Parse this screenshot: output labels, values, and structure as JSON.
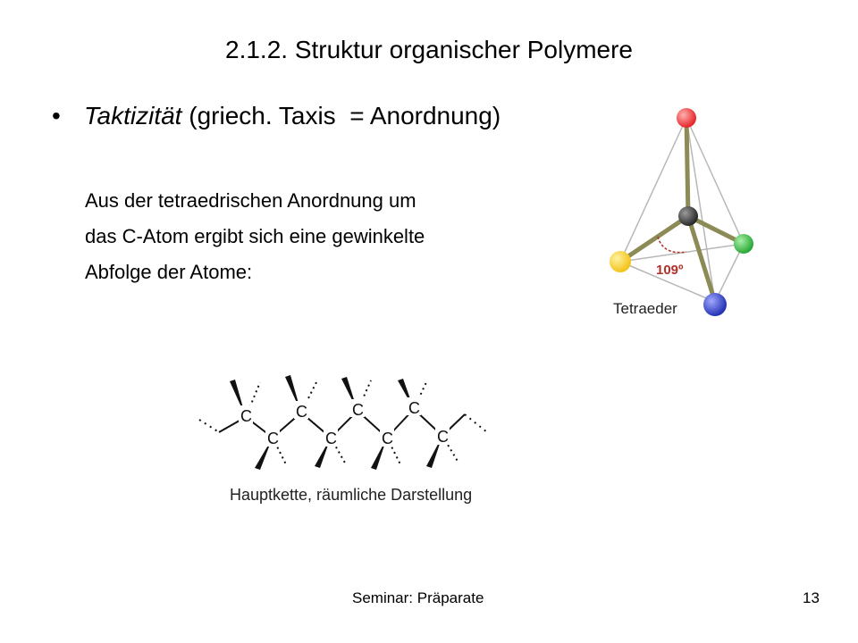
{
  "slide": {
    "title": "2.1.2. Struktur organischer Polymere",
    "bullet": {
      "term": "Taktizität",
      "rest": " (griech. Taxis  = Anordnung)"
    },
    "body_lines": [
      "Aus der tetraedrischen Anordnung um",
      "das C-Atom ergibt sich eine gewinkelte",
      "Abfolge der Atome:"
    ]
  },
  "tetrahedron_figure": {
    "angle_label": "109º",
    "caption": "Tetraeder",
    "atom_colors": {
      "top": "#e8262a",
      "center": "#2a2a2a",
      "left": "#f2c318",
      "right": "#2aa836",
      "bottom": "#2433b5"
    },
    "bond_color": "#8c8a55",
    "angle_color": "#b0302a"
  },
  "chain_figure": {
    "atom_label": "C",
    "caption": "Hauptkette, räumliche Darstellung"
  },
  "footer": {
    "center": "Seminar: Präparate",
    "page_number": "13"
  }
}
